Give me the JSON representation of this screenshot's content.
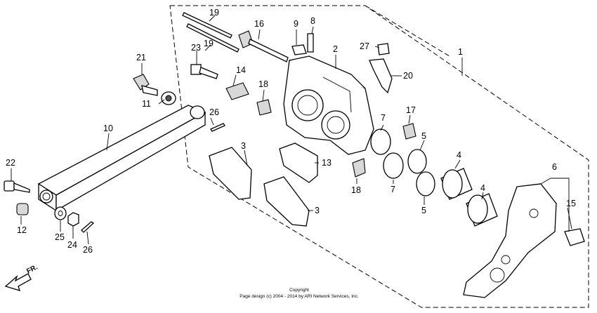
{
  "labels": {
    "l1": "1",
    "l2": "2",
    "l3a": "3",
    "l3b": "3",
    "l4a": "4",
    "l4b": "4",
    "l5a": "5",
    "l5b": "5",
    "l6": "6",
    "l7a": "7",
    "l7b": "7",
    "l8": "8",
    "l9": "9",
    "l10": "10",
    "l11": "11",
    "l12": "12",
    "l13": "13",
    "l14": "14",
    "l15": "15",
    "l16": "16",
    "l17": "17",
    "l18a": "18",
    "l18b": "18",
    "l19a": "19",
    "l19b": "19",
    "l20": "20",
    "l21": "21",
    "l22": "22",
    "l23": "23",
    "l24": "24",
    "l25": "25",
    "l26a": "26",
    "l26b": "26",
    "l27": "27"
  },
  "direction": "FR.",
  "copyright": {
    "line1": "Copyright",
    "line2": "Page design (c) 2004 - 2014 by ARI Network Services, Inc."
  }
}
